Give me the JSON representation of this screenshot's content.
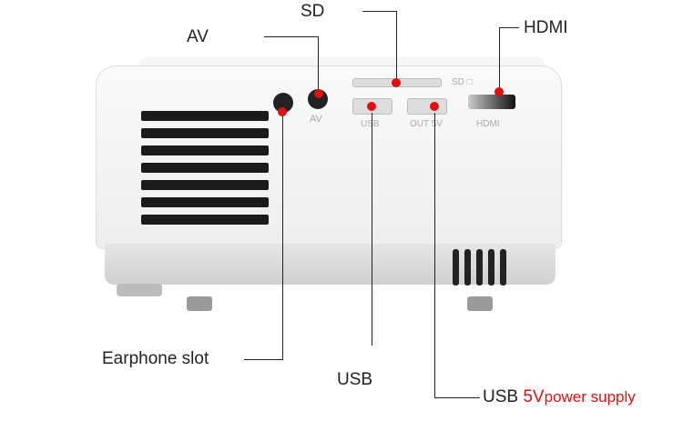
{
  "labels": {
    "av": "AV",
    "sd": "SD",
    "hdmi": "HDMI",
    "earphone": "Earphone slot",
    "usb": "USB",
    "usb_power_prefix": "USB",
    "usb_power_voltage": "5V",
    "usb_power_suffix": "power supply"
  },
  "panel": {
    "av": "AV",
    "usb": "USB",
    "out5v": "OUT 5V",
    "hdmi": "HDMI",
    "sd": "SD □"
  },
  "colors": {
    "accent": "#e01010"
  }
}
